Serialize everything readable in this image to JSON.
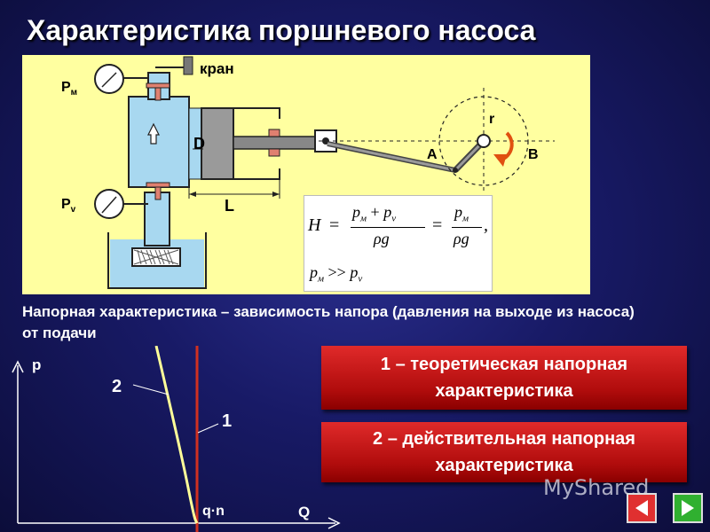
{
  "title": "Характеристика поршневого насоса",
  "diagram": {
    "labels": {
      "valve": "кран",
      "pm": "Р",
      "pm_sub": "м",
      "pv": "Р",
      "pv_sub": "v",
      "D": "D",
      "L": "L",
      "r": "r",
      "A": "A",
      "B": "B"
    },
    "formula": {
      "H": "H",
      "eq": "=",
      "num1": "p",
      "num1_sub": "м",
      "plus": " + ",
      "num2": "p",
      "num2_sub": "v",
      "den": "ρg",
      "num3": "p",
      "num3_sub": "м",
      "comma": ",",
      "ineq_left": "p",
      "ineq_left_sub": "м",
      "ineq_op": " >> ",
      "ineq_right": "p",
      "ineq_right_sub": "v"
    }
  },
  "description": "Напорная характеристика – зависимость напора (давления на выходе из насоса) от подачи",
  "graph": {
    "y_label": "p",
    "x_label": "Q",
    "x_tick": "q·n",
    "curve1_label": "1",
    "curve2_label": "2"
  },
  "legend": [
    {
      "text": "1 – теоретическая напорная характеристика"
    },
    {
      "text": "2 – действительная напорная характеристика"
    }
  ],
  "watermark": "MyShared",
  "colors": {
    "background": "#181a66",
    "panel": "#ffffa0",
    "pump_body": "#a8d8f0",
    "valve_red": "#e08070",
    "curve_theoretical": "#d03020",
    "curve_actual": "#ffff99",
    "legend_box": "#c01010",
    "nav_back": "#e03030",
    "nav_forward": "#30b030"
  }
}
